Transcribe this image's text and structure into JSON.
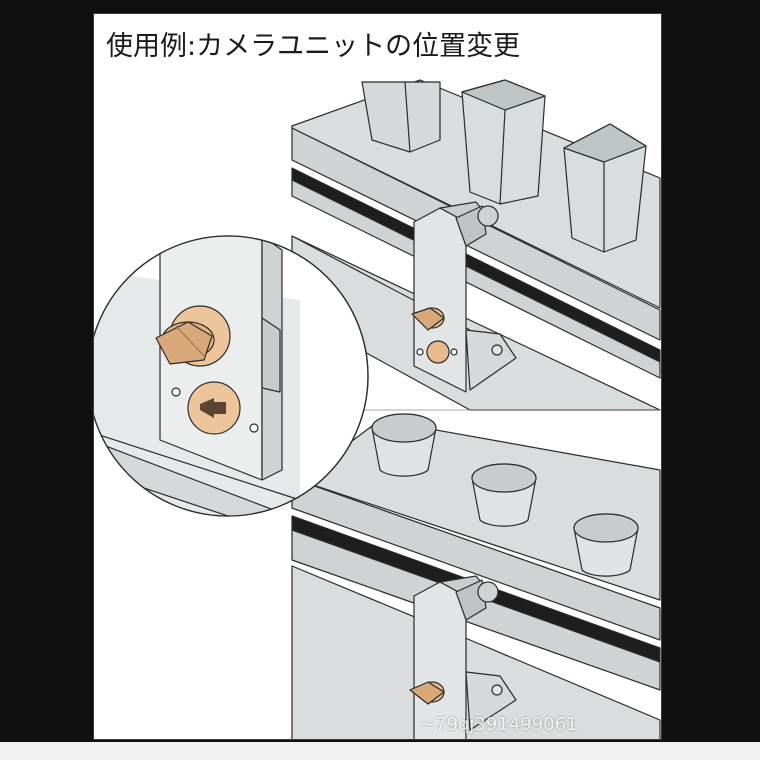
{
  "title": "使用例:カメラユニットの位置変更",
  "watermark": "~79qj391499061",
  "colors": {
    "background": "#101010",
    "panel": "#ffffff",
    "rail_gray": "#d9dcdc",
    "line_dark": "#2b2b2b",
    "knob_bronze": "#e8b98a"
  },
  "scenes": [
    {
      "name": "top-scene",
      "cups": [
        "tall-cup",
        "tall-cup",
        "tall-cup"
      ]
    },
    {
      "name": "bottom-scene",
      "cups": [
        "short-cup",
        "short-cup",
        "short-cup"
      ]
    }
  ],
  "detail": {
    "name": "magnified-knob-detail"
  }
}
